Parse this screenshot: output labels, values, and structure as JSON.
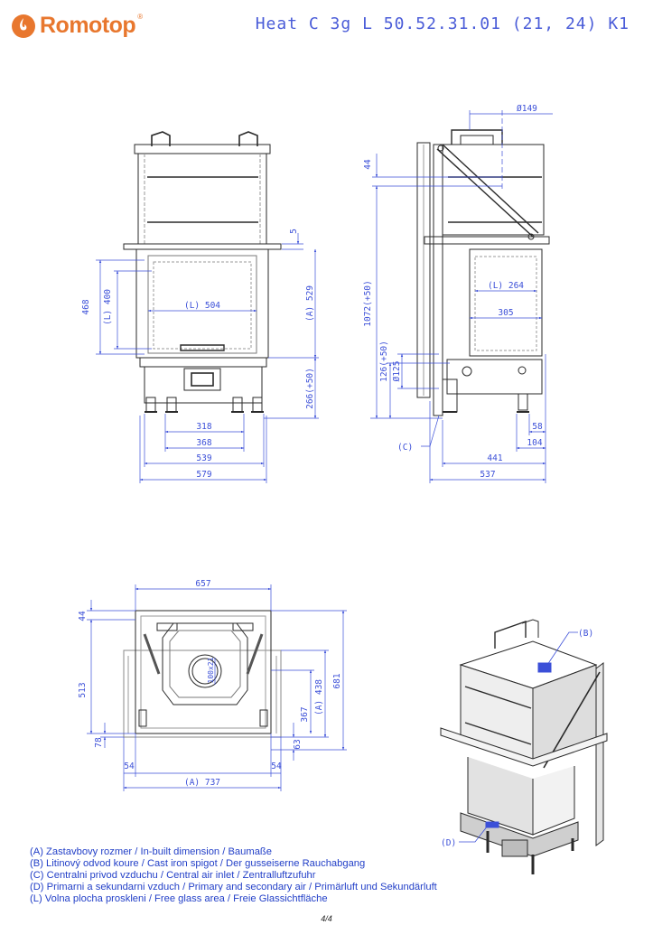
{
  "header": {
    "brand": "Romotop",
    "brand_mark": "®",
    "model": "Heat C 3g L 50.52.31.01 (21, 24) K1"
  },
  "front_view": {
    "dims": {
      "d5": "5",
      "d468": "468",
      "dL400": "(L) 400",
      "dL504": "(L) 504",
      "dA529": "(A) 529",
      "d266": "266(+50)",
      "d318": "318",
      "d368": "368",
      "d539": "539",
      "d579": "579"
    }
  },
  "side_view": {
    "dims": {
      "d149": "Ø149",
      "d44": "44",
      "d1072": "1072(+50)",
      "dL264": "(L) 264",
      "d305": "305",
      "d126": "126(+50)",
      "d125": "Ø125",
      "d58": "58",
      "d104": "104",
      "d441": "441",
      "d537": "537",
      "labelC": "(C)"
    }
  },
  "top_view": {
    "dims": {
      "d657": "657",
      "d44": "44",
      "d513": "513",
      "d100x21": "100x21",
      "d367": "367",
      "dA438": "(A) 438",
      "d681": "681",
      "d78": "78",
      "d63": "63",
      "d54a": "54",
      "d54b": "54",
      "dA737": "(A) 737"
    }
  },
  "iso_view": {
    "labelB": "(B)",
    "labelD": "(D)"
  },
  "legend": [
    "(A)  Zastavbovy rozmer / In-built dimension / Baumaße",
    "(B)  Litinový odvod koure / Cast iron spigot / Der gusseiserne Rauchabgang",
    "(C)  Centralni privod vzduchu / Central air inlet / Zentralluftzufuhr",
    "(D)  Primarni a sekundarni vzduch / Primary and secondary air / Primärluft und  Sekundärluft",
    "(L)  Volna plocha proskleni / Free glass area / Freie Glassichtfläche"
  ],
  "page_number": "4/4",
  "colors": {
    "brand": "#e8772e",
    "dimension": "#3b4fd8",
    "drawing": "#2a2a2a",
    "hidden_line": "#9a9a9a"
  }
}
